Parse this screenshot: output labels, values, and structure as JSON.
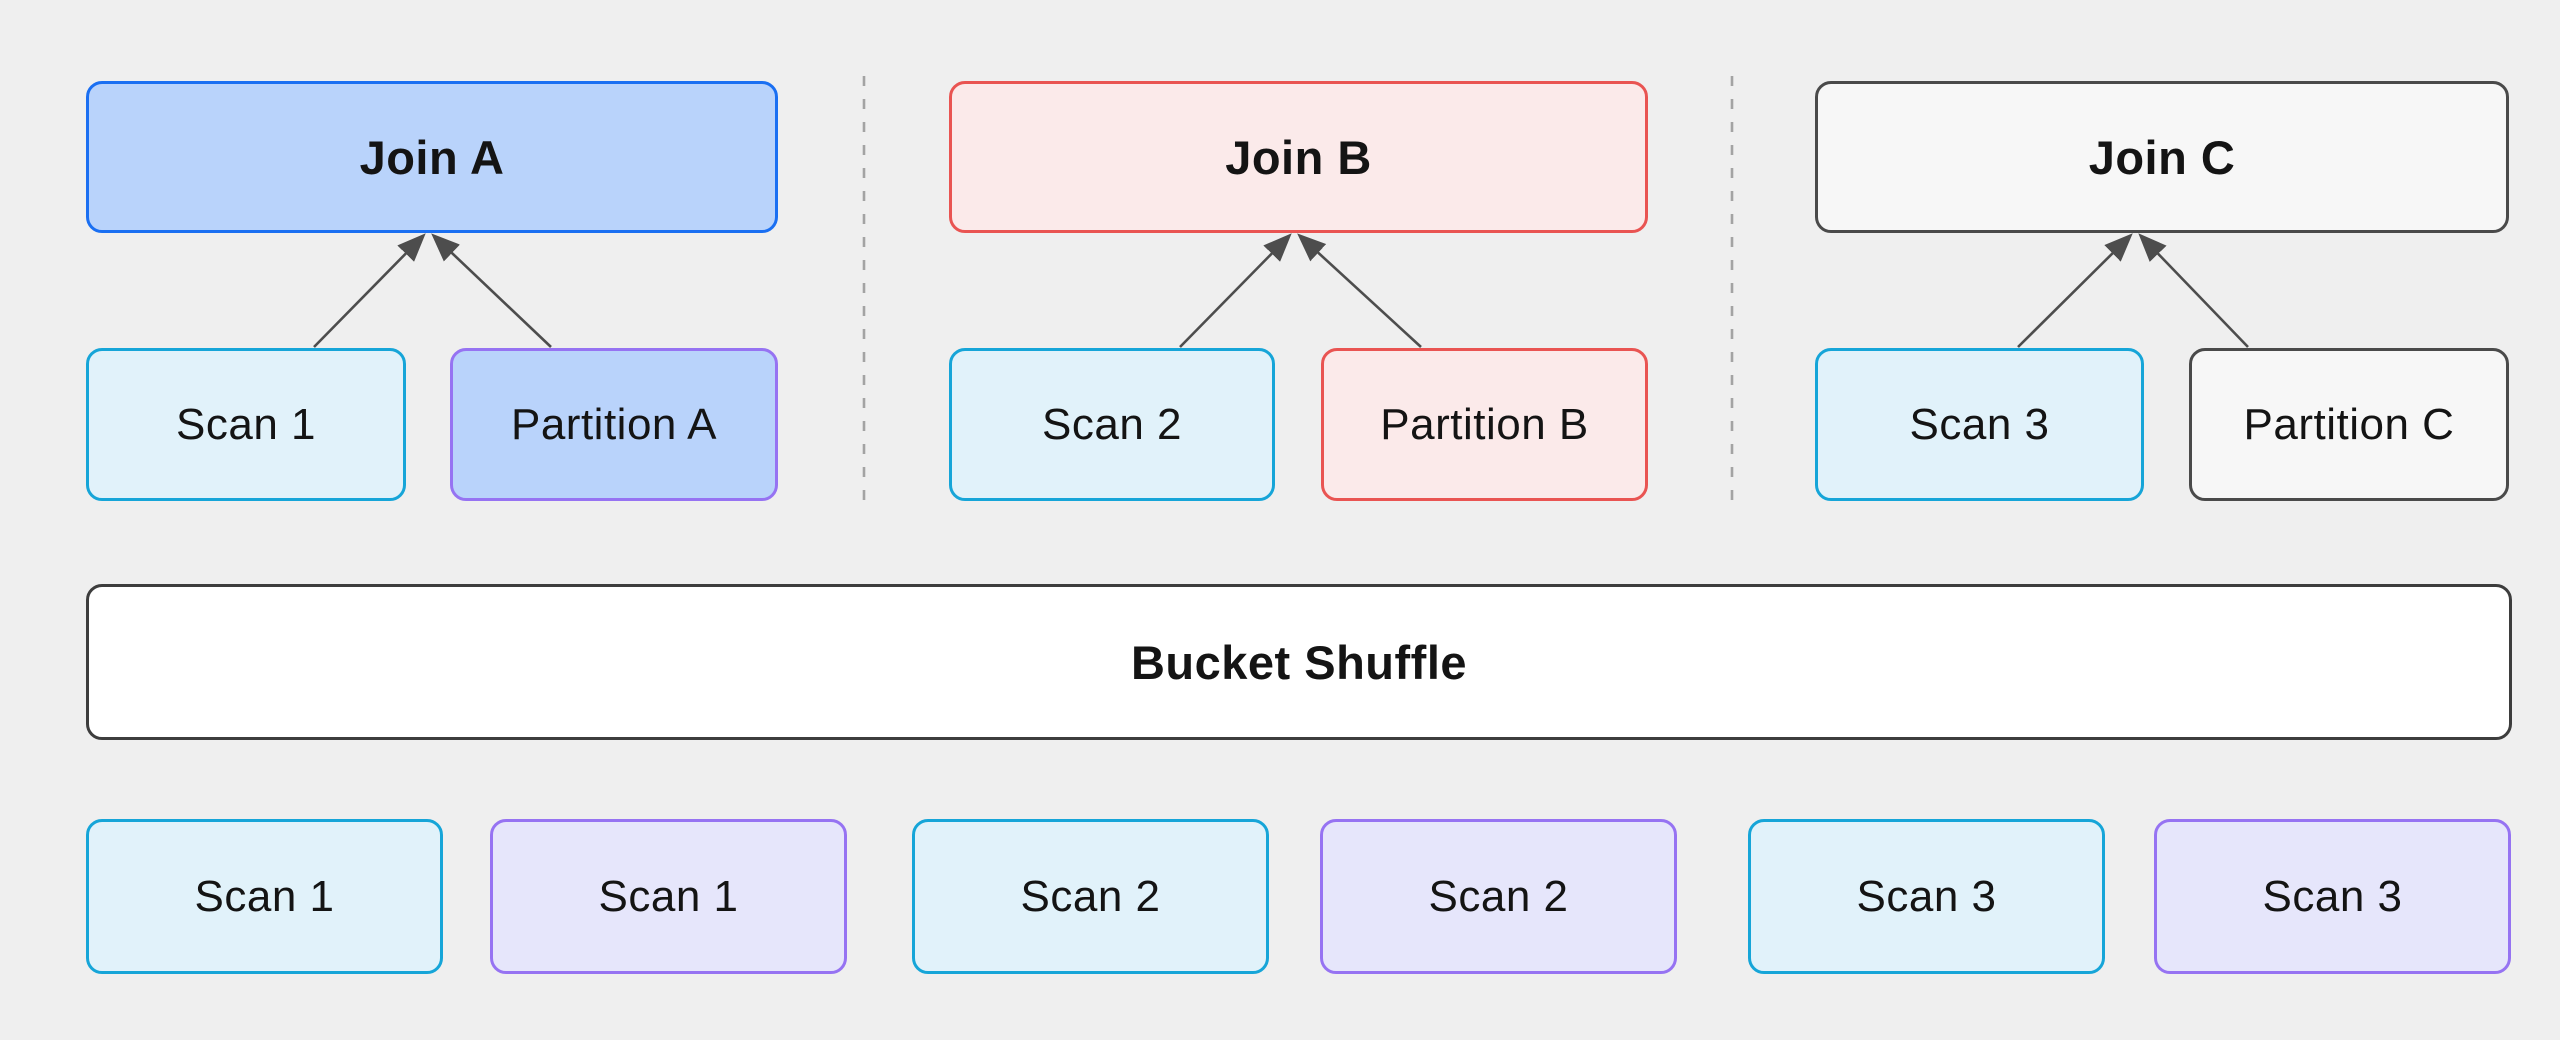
{
  "canvas": {
    "background": "#efefef",
    "text_color": "#141414"
  },
  "edges": {
    "arrow_color": "#4d4d4d",
    "divider_color": "#a3a3a3"
  },
  "sections": [
    {
      "name": "A",
      "join": {
        "label": "Join A",
        "fill": "#b9d3fb",
        "border": "#1a6ff2"
      },
      "scan": {
        "label": "Scan 1",
        "fill": "#e1f2fa",
        "border": "#16a5d8"
      },
      "partition": {
        "label": "Partition A",
        "fill": "#b9d3fb",
        "border": "#9673f2"
      }
    },
    {
      "name": "B",
      "join": {
        "label": "Join B",
        "fill": "#fbeaea",
        "border": "#e95452"
      },
      "scan": {
        "label": "Scan 2",
        "fill": "#e1f2fa",
        "border": "#16a5d8"
      },
      "partition": {
        "label": "Partition B",
        "fill": "#fbeaea",
        "border": "#e95452"
      }
    },
    {
      "name": "C",
      "join": {
        "label": "Join C",
        "fill": "#f7f7f7",
        "border": "#4a4a4a"
      },
      "scan": {
        "label": "Scan 3",
        "fill": "#e1f2fa",
        "border": "#16a5d8"
      },
      "partition": {
        "label": "Partition C",
        "fill": "#f7f7f7",
        "border": "#4a4a4a"
      }
    }
  ],
  "shuffle": {
    "label": "Bucket Shuffle",
    "fill": "#ffffff",
    "border": "#3d3d3d"
  },
  "bottom_row": [
    {
      "label": "Scan 1",
      "fill": "#e1f2fa",
      "border": "#16a5d8"
    },
    {
      "label": "Scan 1",
      "fill": "#e6e6fb",
      "border": "#9673f2"
    },
    {
      "label": "Scan 2",
      "fill": "#e1f2fa",
      "border": "#16a5d8"
    },
    {
      "label": "Scan 2",
      "fill": "#e6e6fb",
      "border": "#9673f2"
    },
    {
      "label": "Scan 3",
      "fill": "#e1f2fa",
      "border": "#16a5d8"
    },
    {
      "label": "Scan 3",
      "fill": "#e6e6fb",
      "border": "#9673f2"
    }
  ]
}
